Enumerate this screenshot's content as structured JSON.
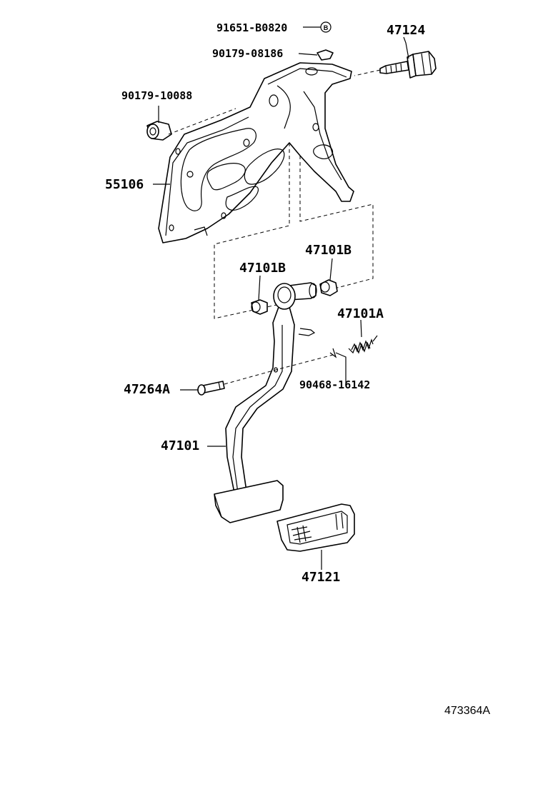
{
  "labels": {
    "p91651": "91651-B0820",
    "p90179_08186": "90179-08186",
    "p47124": "47124",
    "p90179_10088": "90179-10088",
    "p55106": "55106",
    "p47101b_right": "47101B",
    "p47101b_left": "47101B",
    "p47101a": "47101A",
    "p47264a": "47264A",
    "p90468": "90468-16142",
    "p47101": "47101",
    "p47121": "47121",
    "callout_b": "B"
  },
  "reference": "473364A"
}
